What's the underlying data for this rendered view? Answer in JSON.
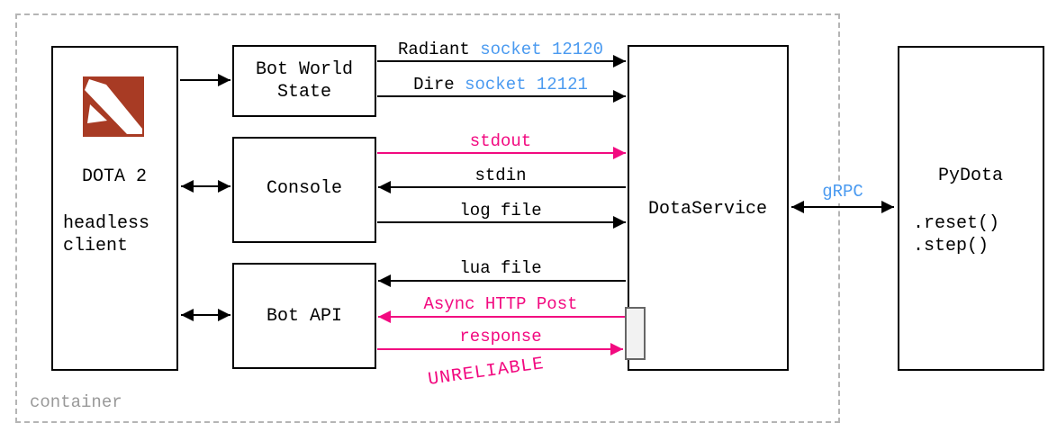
{
  "container": {
    "label": "container"
  },
  "boxes": {
    "dota2": {
      "title": "DOTA 2",
      "line1": "headless",
      "line2": "client"
    },
    "bot_world_state": {
      "line1": "Bot World",
      "line2": "State"
    },
    "console": {
      "label": "Console"
    },
    "bot_api": {
      "label": "Bot API"
    },
    "dota_service": {
      "label": "DotaService"
    },
    "pydota": {
      "title": "PyDota",
      "method1": ".reset()",
      "method2": ".step()"
    }
  },
  "arrows": {
    "radiant": {
      "prefix": "Radiant ",
      "highlight": "socket 12120"
    },
    "dire": {
      "prefix": "Dire ",
      "highlight": "socket 12121"
    },
    "stdout": {
      "label": "stdout"
    },
    "stdin": {
      "label": "stdin"
    },
    "log_file": {
      "label": "log file"
    },
    "lua_file": {
      "label": "lua file"
    },
    "async_http": {
      "label": "Async HTTP Post"
    },
    "response": {
      "label": "response"
    },
    "unreliable": {
      "label": "UNRELIABLE"
    },
    "grpc": {
      "label": "gRPC"
    }
  },
  "icons": {
    "dota2_logo": "dota2-logo"
  },
  "colors": {
    "pink": "#f20a80",
    "blue": "#4a9af0",
    "logo-red": "#a83b24",
    "gray-border": "#b5b5b5",
    "gray-text": "#999999",
    "port-fill": "#f2f2f2",
    "port-border": "#666666"
  }
}
